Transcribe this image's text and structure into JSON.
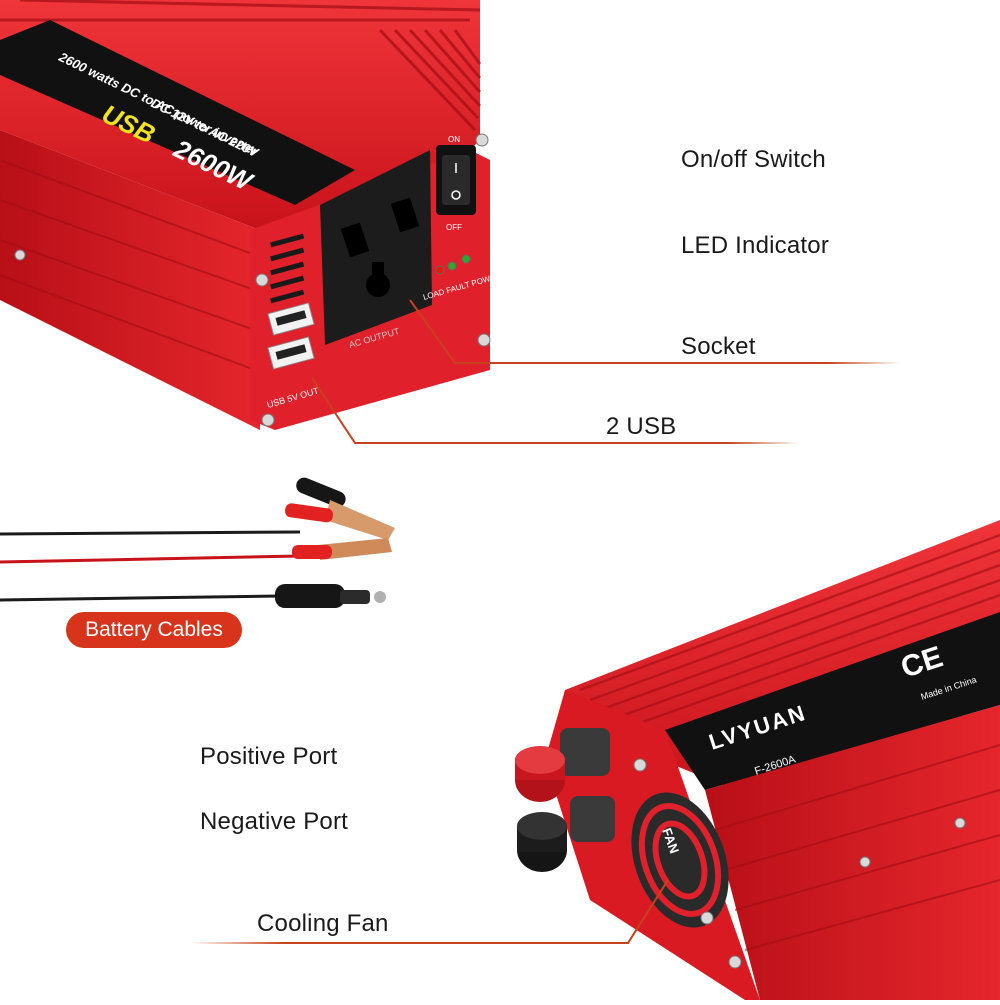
{
  "top_product": {
    "label_line1": "2600 watts DC to AC power inverter",
    "label_line2": "DC 12V to AC 220V",
    "label_usb": "USB",
    "label_power": "2600W",
    "switch_on": "ON",
    "switch_off": "OFF",
    "led_label": "LOAD FAULT POWER",
    "socket_label": "AC OUTPUT",
    "usb_port_label": "USB 5V OUT"
  },
  "bottom_product": {
    "brand": "LVYUAN",
    "model": "F-2600A",
    "ce_mark": "CE",
    "made_in": "Made in China",
    "fan_label": "FAN"
  },
  "callouts": {
    "on_off_switch": "On/off Switch",
    "led_indicator": "LED Indicator",
    "socket": "Socket",
    "usb": "2 USB",
    "battery_cables": "Battery Cables",
    "positive_port": "Positive Port",
    "negative_port": "Negative Port",
    "cooling_fan": "Cooling Fan"
  },
  "colors": {
    "body_red": "#e01b22",
    "callout_line": "#c8401c",
    "badge_red": "#d8341b",
    "label_black": "#111111",
    "usb_yellow": "#f5e21a"
  }
}
